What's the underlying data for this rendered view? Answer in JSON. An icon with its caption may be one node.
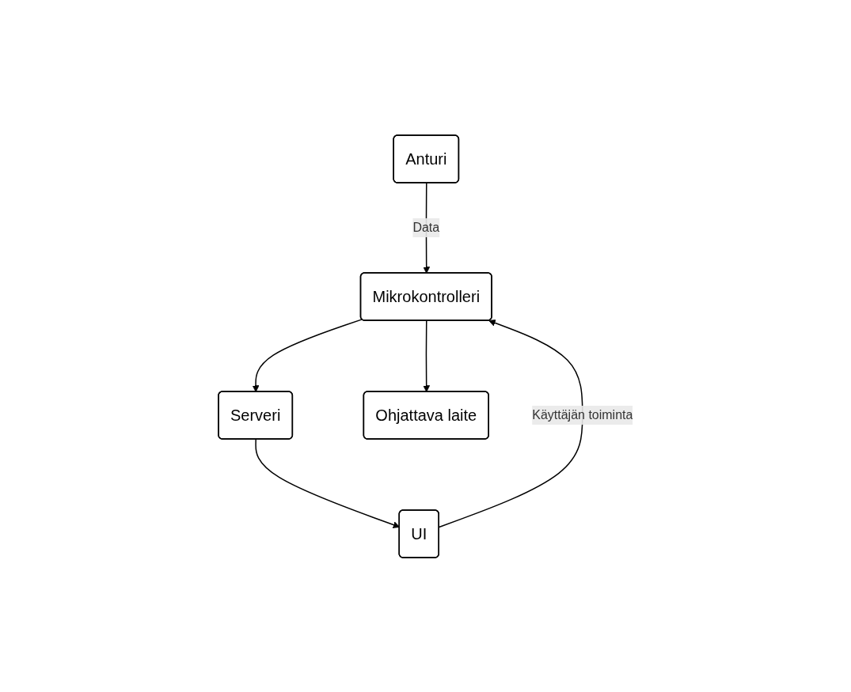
{
  "diagram": {
    "nodes": [
      {
        "text": [
          "Anturi"
        ]
      },
      {
        "text": [
          "UI"
        ]
      },
      {
        "text": [
          "Mikrokontrolleri"
        ]
      },
      {
        "text": [
          "Serveri"
        ]
      },
      {
        "text": [
          "Ohjattava laite"
        ]
      }
    ],
    "edges": [
      {
        "from": 0,
        "to": 2,
        "arrow": "to",
        "label": "Data"
      },
      {
        "from": 1,
        "to": 2,
        "arrow": "to",
        "label": "Käyttäjän toiminta"
      },
      {
        "from": 2,
        "to": 3,
        "arrow": "to"
      },
      {
        "from": 3,
        "to": 1,
        "arrow": "to"
      },
      {
        "from": 2,
        "to": 4,
        "arrow": "to"
      }
    ]
  }
}
